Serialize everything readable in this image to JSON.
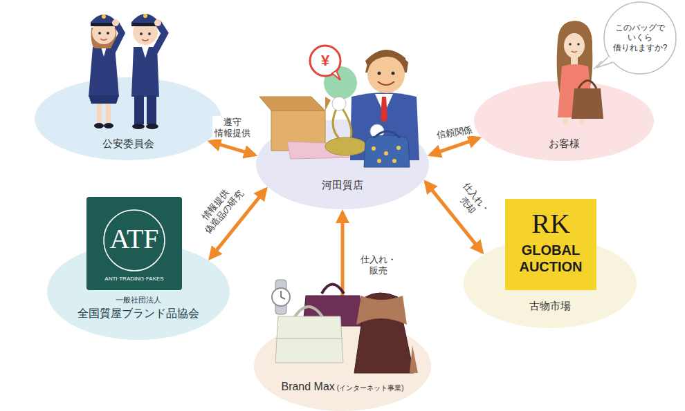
{
  "diagram": {
    "nodes": [
      {
        "text": [
          "公安委員会"
        ]
      },
      {
        "text": [
          "河田質店"
        ]
      },
      {
        "text": [
          "お客様"
        ]
      },
      {
        "text": [
          "一般社団法人",
          "全国質屋ブランド品協会"
        ]
      },
      {
        "text": [
          "古物市場"
        ]
      },
      {
        "text": [
          "Brand Max",
          "(インターネット事業)"
        ]
      }
    ],
    "edges": [
      {
        "from": 0,
        "to": 1,
        "arrow": "both",
        "label": "遵守 情報提供"
      },
      {
        "from": 1,
        "to": 2,
        "arrow": "both",
        "label": "信頼関係"
      },
      {
        "from": 3,
        "to": 1,
        "arrow": "both",
        "label": "情報提供 偽造品の研究"
      },
      {
        "from": 1,
        "to": 4,
        "arrow": "both",
        "label": "仕入れ・売却"
      },
      {
        "from": 1,
        "to": 5,
        "arrow": "both",
        "label": "仕入れ・販売"
      }
    ],
    "labels": [
      "このバッグで いくら 借りれますか?",
      "¥",
      "ATF",
      "ANTI·TRADING·FAKES",
      "RK",
      "GLOBAL",
      "AUCTION"
    ]
  }
}
